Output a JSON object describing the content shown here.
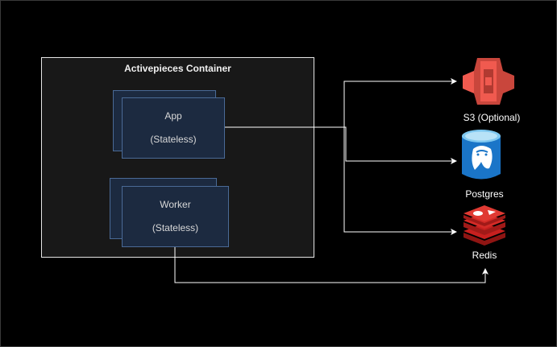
{
  "container": {
    "title": "Activepieces Container"
  },
  "app": {
    "name": "App",
    "note": "(Stateless)"
  },
  "worker": {
    "name": "Worker",
    "note": "(Stateless)"
  },
  "services": {
    "s3": {
      "label": "S3 (Optional)",
      "icon": "aws-s3-bucket-icon"
    },
    "postgres": {
      "label": "Postgres",
      "icon": "postgresql-database-icon"
    },
    "redis": {
      "label": "Redis",
      "icon": "redis-stack-icon"
    }
  },
  "colors": {
    "background": "#000000",
    "node_fill": "#1c2a40",
    "node_border": "#4a6a96",
    "s3": "#f05a4f",
    "postgres": "#1a75c8",
    "redis": "#c7201f",
    "connector": "#ffffff"
  }
}
